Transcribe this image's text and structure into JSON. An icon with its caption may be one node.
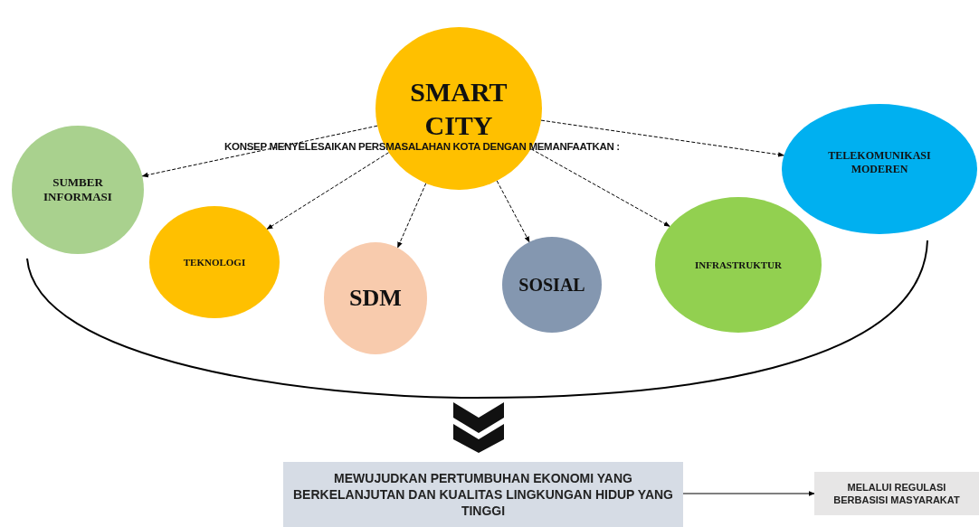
{
  "diagram": {
    "nodes": [
      {
        "text": [
          "SMART CITY"
        ]
      },
      {
        "text": [
          "SUMBER INFORMASI"
        ]
      },
      {
        "text": [
          "TEKNOLOGI"
        ]
      },
      {
        "text": [
          "SDM"
        ]
      },
      {
        "text": [
          "SOSIAL"
        ]
      },
      {
        "text": [
          "INFRASTRUKTUR"
        ]
      },
      {
        "text": [
          "TELEKOMUNIKASI MODEREN"
        ]
      },
      {
        "text": [
          "MEWUJUDKAN PERTUMBUHAN EKONOMI YANG BERKELANJUTAN DAN KUALITAS LINGKUNGAN HIDUP YANG TINGGI"
        ]
      },
      {
        "text": [
          "MELALUI REGULASI BERBASISI MASYARAKAT"
        ]
      }
    ],
    "edges": [
      {
        "from": 0,
        "to": 1,
        "arrow": "to",
        "style": "dashed"
      },
      {
        "from": 0,
        "to": 2,
        "arrow": "to",
        "style": "dashed"
      },
      {
        "from": 0,
        "to": 3,
        "arrow": "to",
        "style": "dashed"
      },
      {
        "from": 0,
        "to": 4,
        "arrow": "to",
        "style": "dashed"
      },
      {
        "from": 0,
        "to": 5,
        "arrow": "to",
        "style": "dashed"
      },
      {
        "from": 0,
        "to": 6,
        "arrow": "to",
        "style": "dashed"
      },
      {
        "from": 7,
        "to": 8,
        "arrow": "to"
      }
    ],
    "labels": [
      "KONSEP MENYELESAIKAN PERSMASALAHAN KOTA DENGAN MEMANFAATKAN :"
    ]
  }
}
